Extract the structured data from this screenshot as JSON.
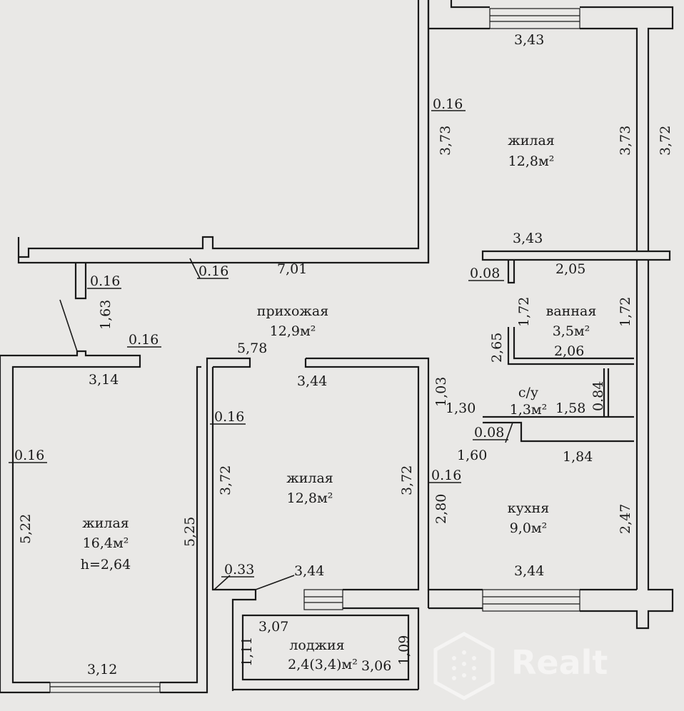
{
  "rooms": {
    "living_top": {
      "name": "жилая",
      "area": "12,8м²"
    },
    "hallway": {
      "name": "прихожая",
      "area": "12,9м²"
    },
    "bathroom": {
      "name": "ванная",
      "area": "3,5м²"
    },
    "wc": {
      "name": "с/у",
      "area": "1,3м²"
    },
    "living_left": {
      "name": "жилая",
      "area": "16,4м²",
      "height": "h=2,64"
    },
    "living_center": {
      "name": "жилая",
      "area": "12,8м²"
    },
    "kitchen": {
      "name": "кухня",
      "area": "9,0м²"
    },
    "loggia": {
      "name": "лоджия",
      "area": "2,4(3,4)м²"
    }
  },
  "dims": {
    "d343_top": "3,43",
    "d016_top": "0.16",
    "d373_left": "3,73",
    "d373_right": "3,73",
    "d372_outer": "3,72",
    "d343_mid": "3,43",
    "d016_a": "0.16",
    "d016_b": "0.16",
    "d701": "7,01",
    "d008_a": "0.08",
    "d205": "2,05",
    "d163": "1,63",
    "d172_a": "1,72",
    "d172_b": "1,72",
    "d016_c": "0.16",
    "d265": "2,65",
    "d206": "2,06",
    "d578": "5,78",
    "d314": "3,14",
    "d344_a": "3,44",
    "d103": "1,03",
    "d084": "0.84",
    "d130": "1,30",
    "d158": "1,58",
    "d016_d": "0.16",
    "d008_b": "0.08",
    "d016_e": "0.16",
    "d160": "1,60",
    "d184": "1,84",
    "d372_a": "3,72",
    "d372_b": "3,72",
    "d016_f": "0.16",
    "d522": "5,22",
    "d525": "5,25",
    "d280": "2,80",
    "d247": "2,47",
    "d033": "0.33",
    "d344_b": "3,44",
    "d344_c": "3,44",
    "d307": "3,07",
    "d111": "1,11",
    "d109": "1,09",
    "d312": "3,12",
    "d306": "3,06"
  },
  "watermark": {
    "text": "Realt"
  },
  "colors": {
    "paper": "#e9e8e6",
    "ink": "#1a1a1a"
  }
}
